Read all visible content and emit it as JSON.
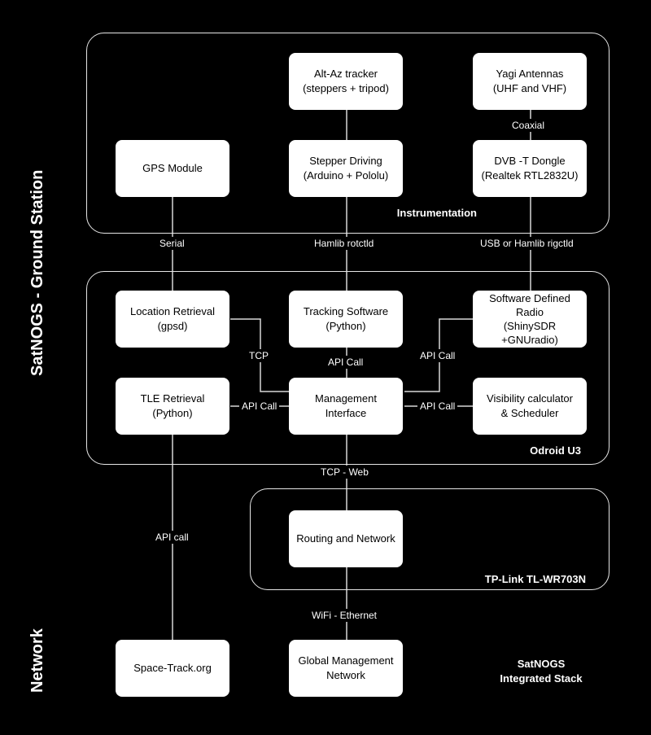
{
  "side_labels": {
    "ground_station": "SatNOGS - Ground Station",
    "network": "Network"
  },
  "groups": {
    "instrumentation": "Instrumentation",
    "odroid": "Odroid U3",
    "tplink": "TP-Link TL-WR703N"
  },
  "nodes": {
    "altaz": "Alt-Az tracker\n(steppers + tripod)",
    "yagi": "Yagi Antennas\n(UHF and VHF)",
    "gps": "GPS Module",
    "stepper": "Stepper Driving\n(Arduino + Pololu)",
    "dvbt": "DVB -T Dongle\n(Realtek RTL2832U)",
    "location": "Location Retrieval\n(gpsd)",
    "tracking": "Tracking Software\n(Python)",
    "sdr": "Software Defined\nRadio\n(ShinySDR\n+GNUradio)",
    "tle": "TLE Retrieval\n(Python)",
    "management": "Management\nInterface",
    "visibility": "Visibility calculator\n& Scheduler",
    "routing": "Routing and Network",
    "spacetrack": "Space-Track.org",
    "global": "Global Management\nNetwork"
  },
  "edges": {
    "coaxial": "Coaxial",
    "serial": "Serial",
    "hamlib_rot": "Hamlib rotctld",
    "hamlib_rig": "USB or Hamlib rigctld",
    "tcp": "TCP",
    "api_call_tracking": "API Call",
    "api_call_sdr": "API Call",
    "api_call_tle": "API Call",
    "api_call_visibility": "API Call",
    "tcp_web": "TCP - Web",
    "api_call_spacetrack": "API call",
    "wifi_ethernet": "WiFi - Ethernet"
  },
  "caption": "SatNOGS\nIntegrated Stack"
}
